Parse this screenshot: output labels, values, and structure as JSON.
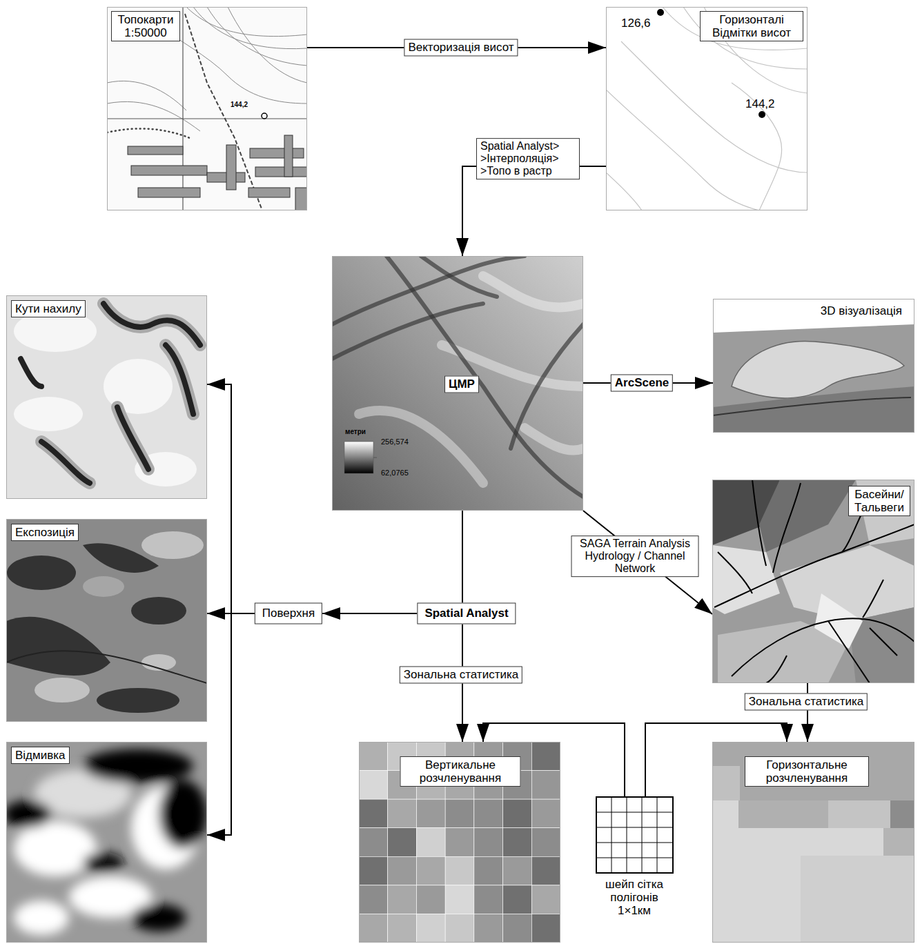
{
  "diagram": {
    "nodes": [
      {
        "text": [
          "Топокарти 1:50000"
        ]
      },
      {
        "text": [
          "Горизонталі Відмітки висот"
        ]
      },
      {
        "text": [
          "ЦМР"
        ]
      },
      {
        "text": [
          "3D візуалізація"
        ]
      },
      {
        "text": [
          "Кути нахилу"
        ]
      },
      {
        "text": [
          "Експозиція"
        ]
      },
      {
        "text": [
          "Відмивка"
        ]
      },
      {
        "text": [
          "Басейни/ Тальвеги"
        ]
      },
      {
        "text": [
          "Вертикальне розчленування"
        ]
      },
      {
        "text": [
          "Горизонтальне розчленування"
        ]
      },
      {
        "text": [
          "шейп сітка полігонів 1×1км"
        ]
      },
      {
        "text": [
          "Spatial Analyst"
        ]
      },
      {
        "text": [
          "Поверхня"
        ]
      }
    ],
    "edges": [
      {
        "from": 0,
        "to": 1,
        "arrow": "to",
        "label": "Векторизація висот"
      },
      {
        "from": 1,
        "to": 2,
        "arrow": "to",
        "label": "Spatial Analyst> >Інтерполяція> >Топо в растр"
      },
      {
        "from": 2,
        "to": 3,
        "arrow": "to",
        "label": "ArcScene"
      },
      {
        "from": 2,
        "to": 7,
        "arrow": "to",
        "label": "SAGA Terrain Analysis Hydrology / Channel Network"
      },
      {
        "from": 2,
        "to": 11,
        "arrow": "none"
      },
      {
        "from": 11,
        "to": 12,
        "arrow": "to"
      },
      {
        "from": 12,
        "to": 4,
        "arrow": "to"
      },
      {
        "from": 12,
        "to": 5,
        "arrow": "to"
      },
      {
        "from": 12,
        "to": 6,
        "arrow": "to"
      },
      {
        "from": 11,
        "to": 8,
        "arrow": "to",
        "label": "Зональна статистика"
      },
      {
        "from": 7,
        "to": 9,
        "arrow": "to",
        "label": "Зональна статистика"
      },
      {
        "from": 10,
        "to": 8,
        "arrow": "to"
      },
      {
        "from": 10,
        "to": 9,
        "arrow": "to"
      }
    ],
    "labels": [
      "144,2",
      "126,6",
      "144,2",
      "метри",
      "256,574",
      "62,0765"
    ]
  }
}
